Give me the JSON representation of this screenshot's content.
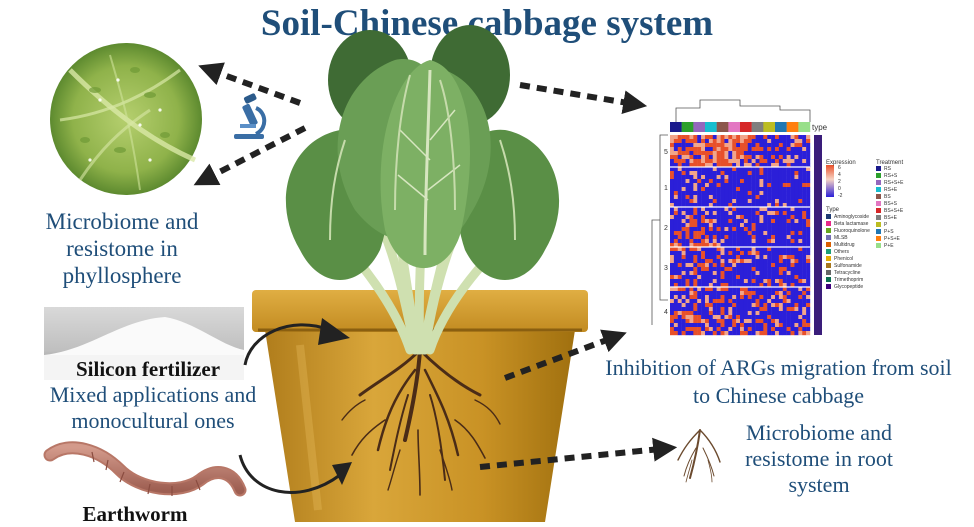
{
  "title": "Soil-Chinese cabbage system",
  "labels": {
    "phyllosphere": "Microbiome and resistome in phyllosphere",
    "silicon": "Silicon fertilizer",
    "mixed": "Mixed applications and monocultural ones",
    "earthworm": "Earthworm",
    "inhibition": "Inhibition of ARGs migration from soil to Chinese cabbage",
    "root": "Microbiome and resistome in root system"
  },
  "heatmap": {
    "type_label": "type",
    "expression_label": "Expression",
    "treatment_label": "Treatment",
    "type_legend_label": "Type",
    "expression_ticks": [
      "6",
      "4",
      "2",
      "0",
      "-2"
    ],
    "row_cluster_labels": [
      "5",
      "1",
      "2",
      "3",
      "4"
    ],
    "treatments": [
      {
        "name": "RS",
        "color": "#1a1a8c"
      },
      {
        "name": "RS+S",
        "color": "#2ca02c"
      },
      {
        "name": "RS+S+E",
        "color": "#9467bd"
      },
      {
        "name": "RS+E",
        "color": "#17becf"
      },
      {
        "name": "BS",
        "color": "#8c564b"
      },
      {
        "name": "BS+S",
        "color": "#e377c2"
      },
      {
        "name": "BS+S+E",
        "color": "#d62728"
      },
      {
        "name": "BS+E",
        "color": "#7f7f7f"
      },
      {
        "name": "P",
        "color": "#bcbd22"
      },
      {
        "name": "P+S",
        "color": "#1f77b4"
      },
      {
        "name": "P+S+E",
        "color": "#ff7f0e"
      },
      {
        "name": "P+E",
        "color": "#98df8a"
      }
    ],
    "types": [
      {
        "name": "Aminoglycoside",
        "color": "#1f3b73"
      },
      {
        "name": "Beta lactamase",
        "color": "#e7298a"
      },
      {
        "name": "Fluoroquinolone",
        "color": "#66a61e"
      },
      {
        "name": "MLSB",
        "color": "#7570b3"
      },
      {
        "name": "Multidrug",
        "color": "#d95f02"
      },
      {
        "name": "Others",
        "color": "#1b9e77"
      },
      {
        "name": "Phenicol",
        "color": "#e6ab02"
      },
      {
        "name": "Sulfonamide",
        "color": "#a6761d"
      },
      {
        "name": "Tetracycline",
        "color": "#666666"
      },
      {
        "name": "Trimethoprim",
        "color": "#0b6e4f"
      },
      {
        "name": "Glycopeptide",
        "color": "#3f007d"
      }
    ],
    "colors": {
      "high": "#e8502a",
      "mid": "#f2a58a",
      "low": "#2b1fd8"
    }
  }
}
